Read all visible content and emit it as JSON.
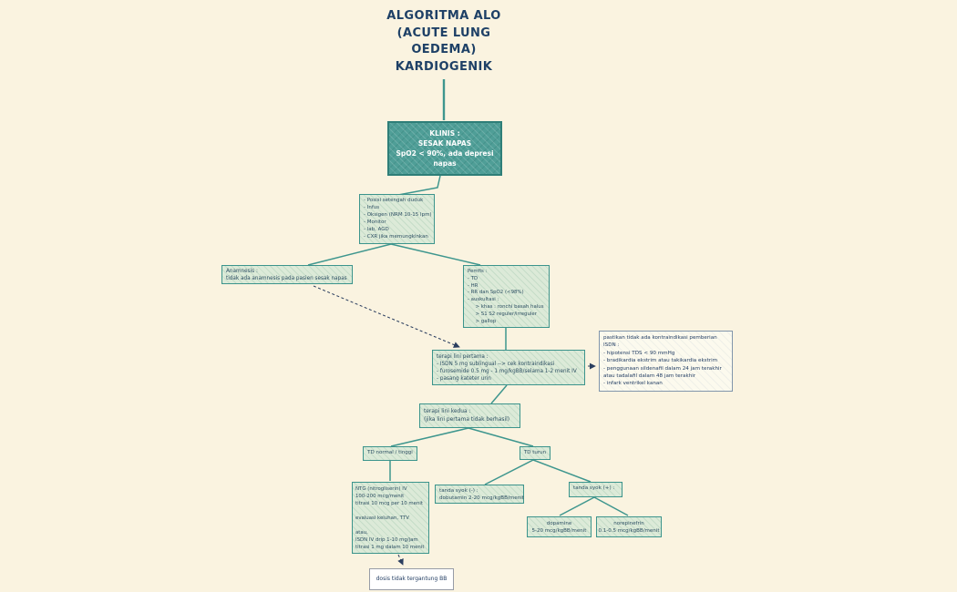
{
  "title": "ALGORITMA ALO\n(ACUTE LUNG\nOEDEMA)\nKARDIOGENIK",
  "nodes": {
    "klinis": "KLINIS :\nSESAK NAPAS\nSpO2 < 90%, ada depresi\nnapas",
    "initial_management": "- Posisi setengah duduk\n- Infus\n- Oksigen (NRM 10-15 lpm)\n- Monitor\n- lab, AGD\n- CXR jika memungkinkan",
    "anamnesis": "Anamnesis :\ntidak ada anamnesis pada pasien sesak napas",
    "pemfis": "Pemfis :\n- TD\n- HR\n- RR dan SpO2 (<98%)\n- auskultasi :\n     > khas : ronchi basah halus\n     > S1 S2 reguler/irreguler\n     > gallop",
    "terapi_lini_pertama": "terapi lini pertama :\n- ISDN 5 mg sublingual --> cek kontraindikasi\n- furosemide 0.5 mg - 1 mg/kgBB/selama 1-2 menit IV\n- pasang kateter urin",
    "kontraindikasi_isdn": "pastikan tidak ada kontraindikasi pemberian\nISDN :\n- hipotensi TDS < 90 mmHg\n- bradikardia ekstrim atau takikardia ekstrim\n- penggunaan sildenafil dalam 24 jam terakhir\natau tadalafil dalam 48 jam terakhir\n- infark ventrikel kanan",
    "terapi_lini_kedua": "terapi lini kedua :\n(jika lini pertama tidak berhasil)",
    "td_normal_tinggi": "TD normal / tinggi",
    "td_turun": "TD turun",
    "ntg": "NTG (nitrogliserin) IV\n100-200 mcg/menit\ntitrasi 10 mcg per 10 menit\n\nevaluasi keluhan, TTV\n\natau,\nISDN IV drip 1-10 mg/jam\ntitrasi 1 mg dalam 10 menit",
    "tanda_syok_negatif": "tanda syok (-) :\ndobutamin 2-20 mcg/kgBB/menit",
    "tanda_syok_positif": "tanda syok (+) :",
    "dopamine": "dopamine\n5-20 mcg/kgBB/menit",
    "norepinefrin": "norepinefrin\n0.1-0.5 mcg/kgBB/menit",
    "dosis_catatan": "dosis tidak tergantung BB"
  },
  "colors": {
    "background": "#faf3e0",
    "title_text": "#1e4066",
    "primary_node_fill": "#4f9e97",
    "primary_node_border": "#2e7e78",
    "node_fill": "#dcead8",
    "node_border": "#3c948c",
    "node_text": "#2d4f63",
    "connector": "#3e968e",
    "dashed_arrow": "#2b3e5f",
    "note_fill": "#fcfaee",
    "note_border": "#8195ab"
  }
}
